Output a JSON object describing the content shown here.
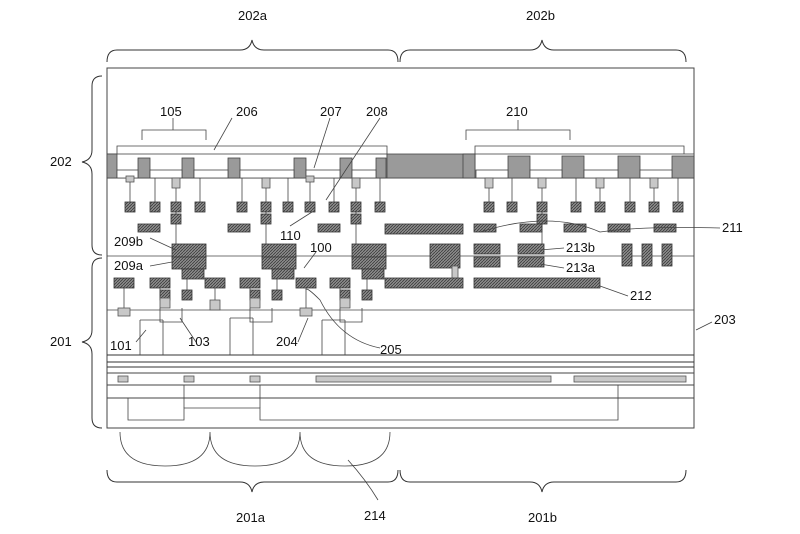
{
  "labels": {
    "l202a": "202a",
    "l202b": "202b",
    "l202": "202",
    "l201": "201",
    "l105": "105",
    "l206": "206",
    "l207": "207",
    "l208": "208",
    "l210": "210",
    "l211": "211",
    "l110": "110",
    "l100": "100",
    "l209b": "209b",
    "l209a": "209a",
    "l213b": "213b",
    "l213a": "213a",
    "l212": "212",
    "l203": "203",
    "l101": "101",
    "l103": "103",
    "l204": "204",
    "l205": "205",
    "l201a": "201a",
    "l201b": "201b",
    "l214": "214"
  },
  "colors": {
    "line": "#333333",
    "hatch": "#555555",
    "grey_fill": "#9a9a9a",
    "light_grey_fill": "#c8c8c8"
  }
}
